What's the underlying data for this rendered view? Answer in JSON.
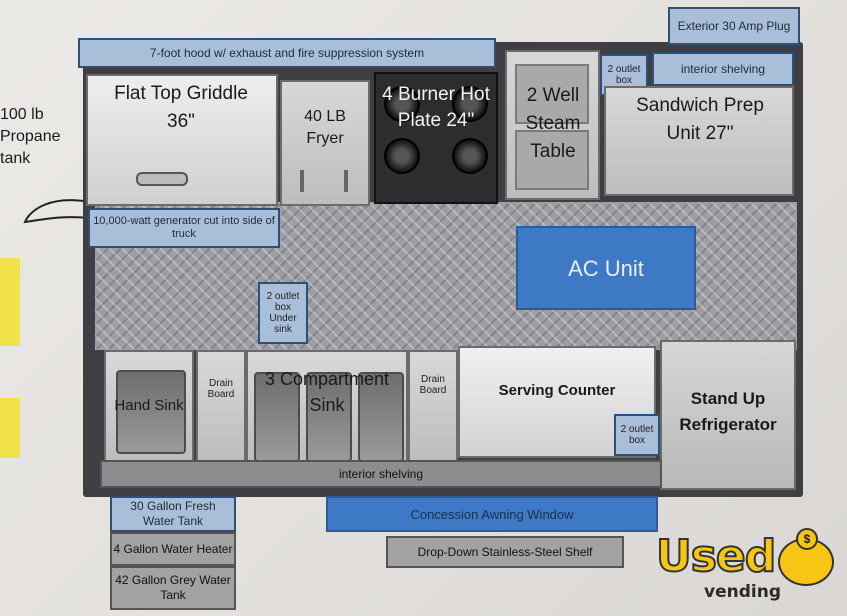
{
  "labels": {
    "hood": "7-foot hood w/ exhaust and fire suppression system",
    "exterior_plug": "Exterior 30 Amp Plug",
    "interior_shelving_top": "interior shelving",
    "outlet_box_top": "2 outlet box",
    "propane_tank": "100 lb Propane tank",
    "griddle": "Flat Top Griddle 36\"",
    "fryer": "40 LB Fryer",
    "hot_plate": "4 Burner Hot Plate 24\"",
    "steam_table": "2 Well Steam Table",
    "sandwich_prep": "Sandwich Prep Unit 27\"",
    "generator": "10,000-watt generator cut into side of truck",
    "ac_unit": "AC Unit",
    "outlet_under_sink": "2 outlet box Under sink",
    "hand_sink": "Hand Sink",
    "drain_board_left": "Drain Board",
    "compartment_sink": "3 Compartment Sink",
    "drain_board_right": "Drain Board",
    "serving_counter": "Serving Counter",
    "outlet_box_counter": "2 outlet box",
    "refrigerator": "Stand Up Refrigerator",
    "interior_shelving_bottom": "interior shelving",
    "fresh_water": "30 Gallon Fresh Water Tank",
    "water_heater": "4 Gallon Water Heater",
    "grey_water": "42 Gallon Grey Water Tank",
    "awning": "Concession Awning Window",
    "shelf": "Drop-Down Stainless-Steel Shelf"
  },
  "logo": {
    "main": "Used",
    "sub": "vending"
  },
  "colors": {
    "label_blue": "#a9bfd9",
    "ac_blue": "#3e79c5",
    "logo_yellow": "#f7c514"
  }
}
